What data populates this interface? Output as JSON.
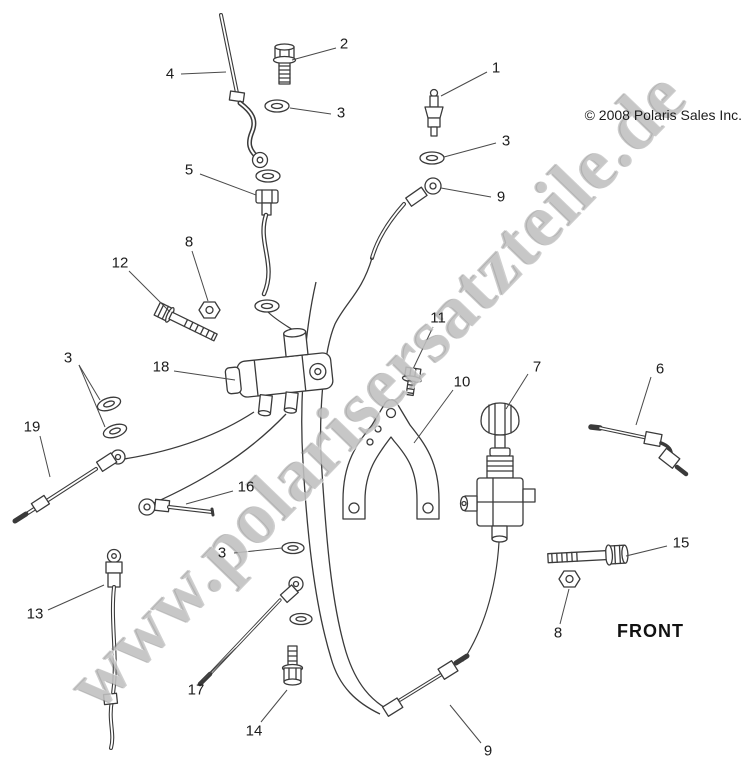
{
  "page": {
    "watermark": "www.polarisersatzteile.de",
    "copyright": "© 2008 Polaris Sales Inc.",
    "front_label": "FRONT"
  },
  "colors": {
    "background": "#ffffff",
    "linework": "#3a3a3a",
    "leader_line": "#4a4a4a",
    "text": "#1c1c1c",
    "watermark": "#949494"
  },
  "callouts": [
    {
      "label": "2"
    },
    {
      "label": "1"
    },
    {
      "label": "4"
    },
    {
      "label": "3"
    },
    {
      "label": "3"
    },
    {
      "label": "5"
    },
    {
      "label": "9"
    },
    {
      "label": "8"
    },
    {
      "label": "12"
    },
    {
      "label": "11"
    },
    {
      "label": "3"
    },
    {
      "label": "18"
    },
    {
      "label": "7"
    },
    {
      "label": "6"
    },
    {
      "label": "10"
    },
    {
      "label": "19"
    },
    {
      "label": "16"
    },
    {
      "label": "3"
    },
    {
      "label": "15"
    },
    {
      "label": "13"
    },
    {
      "label": "8"
    },
    {
      "label": "17"
    },
    {
      "label": "14"
    },
    {
      "label": "9"
    }
  ]
}
